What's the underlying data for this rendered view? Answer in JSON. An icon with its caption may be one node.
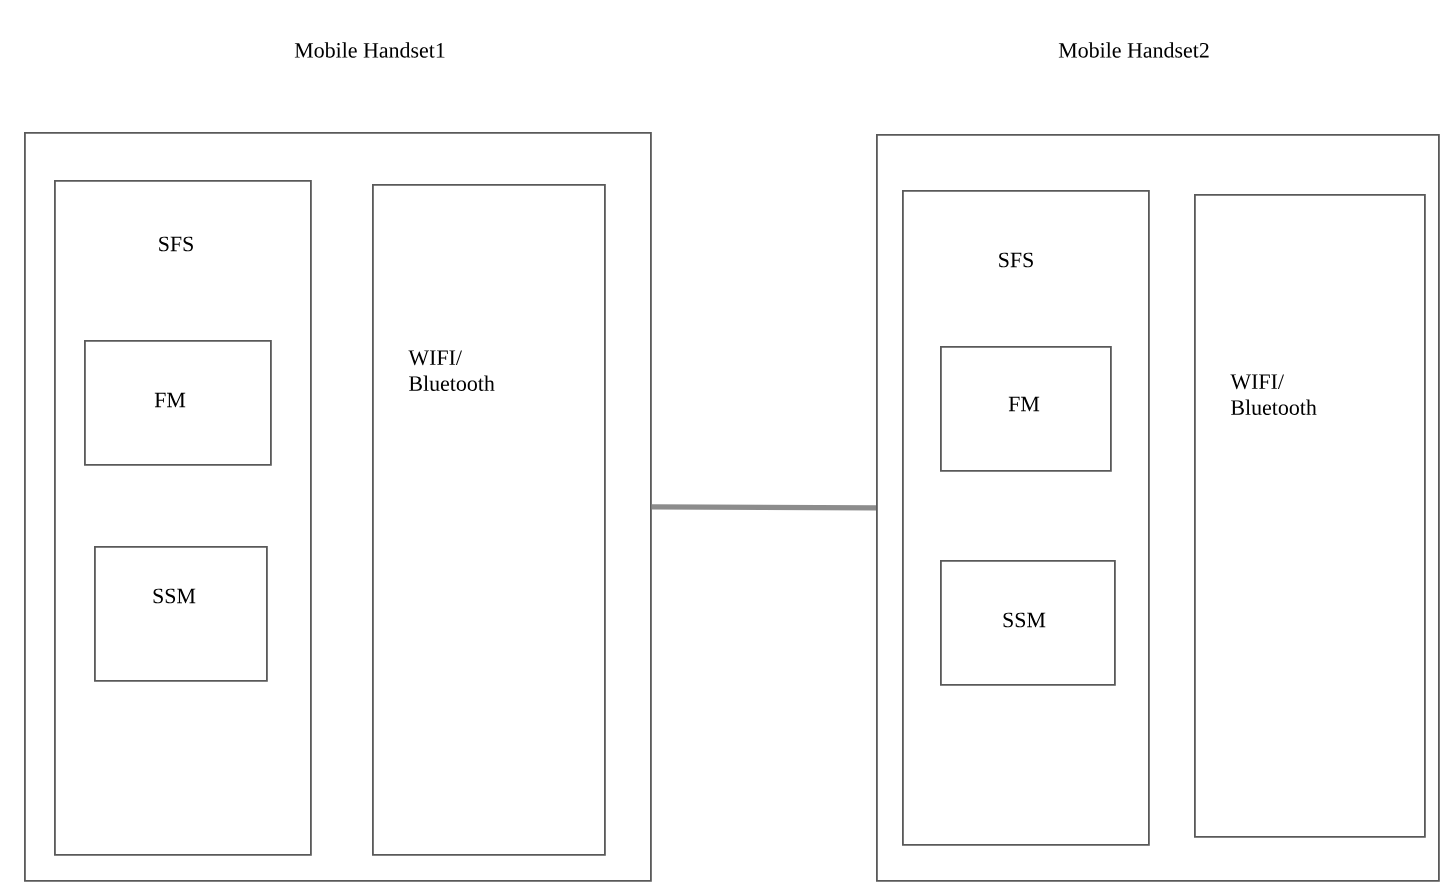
{
  "diagram": {
    "nodes": [
      {
        "text": [
          "Mobile Handset1"
        ]
      },
      {
        "text": [
          "SFS"
        ],
        "in": 0
      },
      {
        "text": [
          "FM"
        ],
        "in": 1
      },
      {
        "text": [
          "SSM"
        ],
        "in": 1
      },
      {
        "text": [
          "WIFI/ Bluetooth"
        ],
        "in": 0
      },
      {
        "text": [
          "Mobile Handset2"
        ]
      },
      {
        "text": [
          "SFS"
        ],
        "in": 5
      },
      {
        "text": [
          "FM"
        ],
        "in": 6
      },
      {
        "text": [
          "SSM"
        ],
        "in": 6
      },
      {
        "text": [
          "WIFI/ Bluetooth"
        ],
        "in": 5
      }
    ],
    "edges": [
      {
        "from": 0,
        "to": 5,
        "arrow": "none"
      }
    ]
  }
}
